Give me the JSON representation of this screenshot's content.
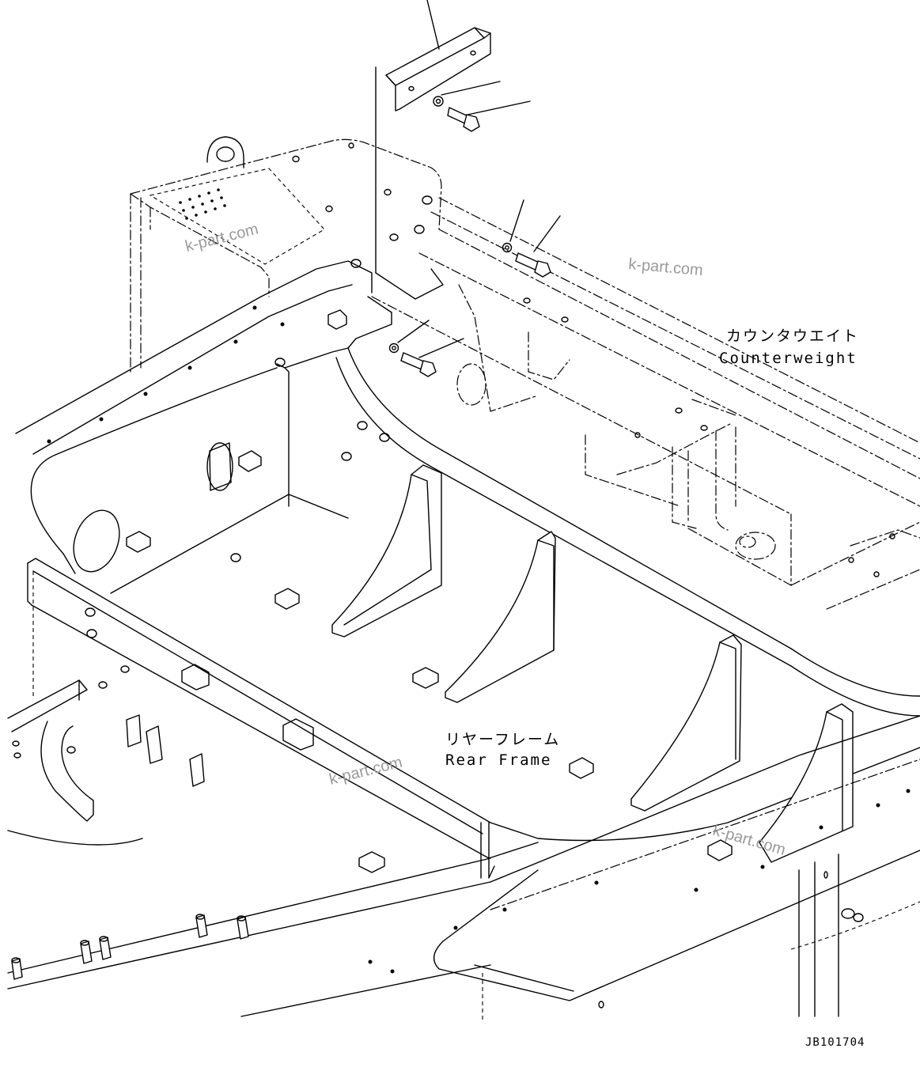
{
  "labels": {
    "counterweight_jp": "カウンタウエイト",
    "counterweight_en": "Counterweight",
    "rear_frame_jp": "リヤーフレーム",
    "rear_frame_en": "Rear Frame"
  },
  "watermarks": [
    "k-part.com",
    "k-part.com",
    "k-part.com",
    "k-part.com"
  ],
  "drawing_ref": "JB101704"
}
